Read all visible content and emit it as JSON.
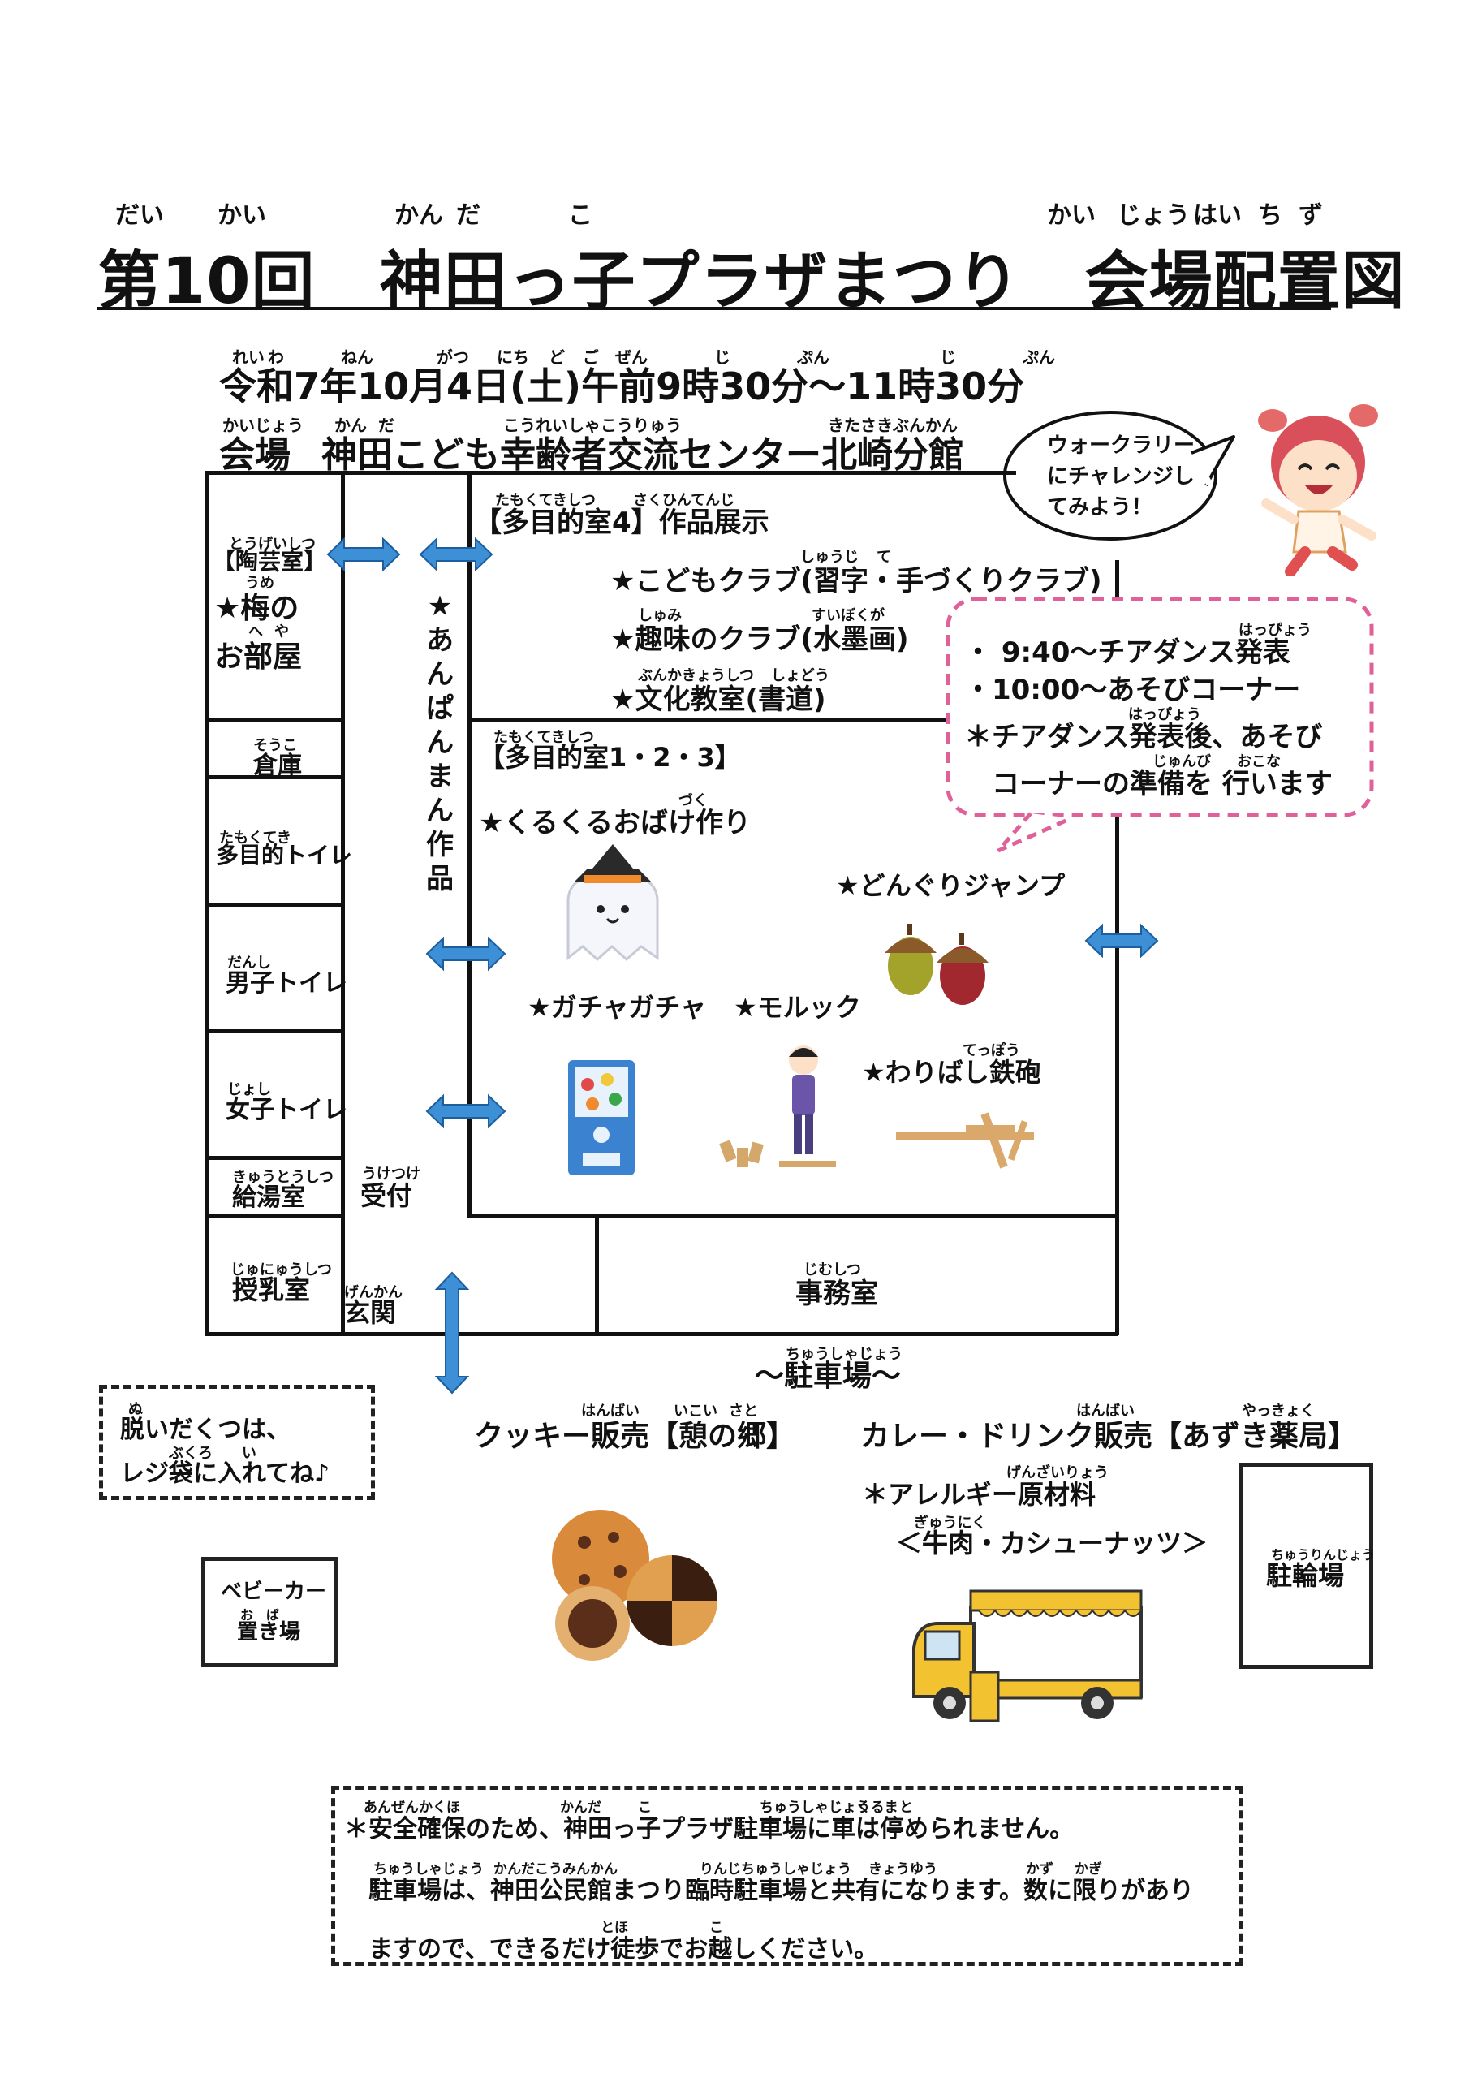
{
  "title": {
    "main": "第10回　神田っ子プラザまつり　会場配置図",
    "ruby": [
      "だい",
      "かい",
      "かん",
      "だ",
      "こ",
      "かい",
      "じょう",
      "はい",
      "ち",
      "ず"
    ]
  },
  "event": {
    "date": "令和7年10月4日(土)午前9時30分～11時30分",
    "date_ruby": [
      "れい",
      "わ",
      "ねん",
      "がつ",
      "にち",
      "ど",
      "ご",
      "ぜん",
      "じ",
      "ぷん",
      "じ",
      "ぷん"
    ],
    "venue_label": "会場",
    "venue_label_ruby": "かいじょう",
    "venue": "神田こども幸齢者交流センター北崎分館",
    "venue_ruby": [
      "かん",
      "だ",
      "こうれいしゃこうりゅう",
      "きたさきぶんかん"
    ]
  },
  "speech": {
    "text": "ウォークラリー\nにチャレンジし\nてみよう！"
  },
  "schedule": {
    "lines": [
      "・ 9:40～チアダンス発表",
      "・10:00～あそびコーナー",
      "＊チアダンス発表後、あそび",
      "　コーナーの準備を 行います"
    ],
    "ruby": [
      "はっぴょう",
      "はっぴょう",
      "じゅんび",
      "おこな"
    ]
  },
  "rooms": {
    "pottery": {
      "label": "【陶芸室】",
      "ruby": "とうげいしつ",
      "content": [
        "★梅の",
        "お部屋"
      ],
      "content_ruby": [
        "うめ",
        "へ",
        "や"
      ]
    },
    "storage": {
      "label": "倉庫",
      "ruby": "そうこ"
    },
    "multi_toilet": {
      "label": "多目的トイレ",
      "ruby": "たもくてき"
    },
    "mens_toilet": {
      "label": "男子トイレ",
      "ruby": "だんし"
    },
    "womens_toilet": {
      "label": "女子トイレ",
      "ruby": "じょし"
    },
    "kitchenette": {
      "label": "給湯室",
      "ruby": "きゅうとうしつ"
    },
    "nursing": {
      "label": "授乳室",
      "ruby": "じゅにゅうしつ"
    },
    "reception": {
      "label": "受付",
      "ruby": "うけつけ"
    },
    "entrance": {
      "label": "玄関",
      "ruby": "げんかん"
    },
    "office": {
      "label": "事務室",
      "ruby": "じむしつ"
    },
    "anpanman": {
      "chars": [
        "★",
        "あ",
        "ん",
        "ぱ",
        "ん",
        "ま",
        "ん",
        "作",
        "品"
      ]
    },
    "multi4": {
      "label": "【多目的室4】作品展示",
      "ruby": [
        "たもくてきしつ",
        "さくひんてんじ"
      ],
      "items": [
        "★こどもクラブ(習字・手づくりクラブ)",
        "★趣味のクラブ(水墨画)",
        "★文化教室(書道)"
      ],
      "items_ruby": [
        "しゅうじ",
        "て",
        "しゅみ",
        "すいぼくが",
        "ぶんかきょうしつ",
        "しょどう"
      ]
    },
    "multi123": {
      "label": "【多目的室1・2・3】",
      "ruby": "たもくてきしつ",
      "items": {
        "ghost": "★くるくるおばけ作り",
        "ghost_ruby": "づく",
        "acorn": "★どんぐりジャンプ",
        "gacha": "★ガチャガチャ",
        "moluck": "★モルック",
        "chopstick": "★わりばし鉄砲",
        "chopstick_ruby": "てっぽう"
      }
    }
  },
  "parking": {
    "label": "～駐車場～",
    "ruby": "ちゅうしゃじょう"
  },
  "shoes_note": {
    "lines": [
      "脱いだくつは、",
      "レジ袋に入れてね♪"
    ],
    "ruby": [
      "ぬ",
      "ぶくろ",
      "い"
    ]
  },
  "stroller": {
    "lines": [
      "ベビーカー",
      "置き場"
    ],
    "ruby": "お　ば"
  },
  "bicycle": {
    "label": "駐輪場",
    "ruby": "ちゅうりんじょう"
  },
  "cookie": {
    "label": "クッキー販売【憩の郷】",
    "ruby": [
      "はんばい",
      "いこい",
      "さと"
    ]
  },
  "curry": {
    "label": "カレー・ドリンク販売【あずき薬局】",
    "ruby": [
      "はんばい",
      "やっきょく"
    ],
    "allergy": "＊アレルギー原材料",
    "allergy_ruby": "げんざいりょう",
    "allergy_items": "＜牛肉・カシューナッツ＞",
    "allergy_items_ruby": "ぎゅうにく"
  },
  "footer": {
    "lines": [
      "＊安全確保のため、神田っ子プラザ駐車場に車は停められません。",
      "　駐車場は、神田公民館まつり臨時駐車場と共有になります。数に限りがあり",
      "　ますので、できるだけ徒歩でお越しください。"
    ],
    "ruby": [
      "あんぜんかくほ",
      "かんだ",
      "こ",
      "ちゅうしゃじょう",
      "くるま",
      "と",
      "ちゅうしゃじょう",
      "かんだこうみんかん",
      "りんじちゅうしゃじょう",
      "きょうゆう",
      "かず",
      "かぎ",
      "とほ",
      "こ"
    ]
  },
  "colors": {
    "arrow": "#3d8fd6",
    "pink": "#e0609a",
    "line": "#111111"
  }
}
